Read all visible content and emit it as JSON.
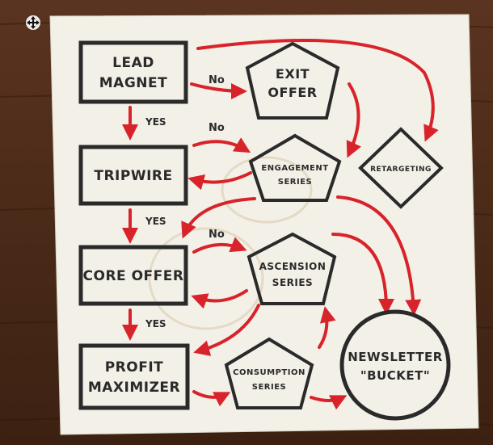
{
  "boxes": {
    "lead_magnet": [
      "LEAD",
      "MAGNET"
    ],
    "tripwire": "TRIPWIRE",
    "core_offer": "CORE OFFER",
    "profit_maximizer": [
      "PROFIT",
      "MAXIMIZER"
    ]
  },
  "pentagons": {
    "exit_offer": [
      "EXIT",
      "OFFER"
    ],
    "engagement_series": [
      "ENGAGEMENT",
      "SERIES"
    ],
    "ascension_series": [
      "ASCENSION",
      "SERIES"
    ],
    "consumption_series": [
      "CONSUMPTION",
      "SERIES"
    ]
  },
  "diamond": {
    "retargeting": "RETARGETING"
  },
  "circle": {
    "newsletter": [
      "NEWSLETTER",
      "\"BUCKET\""
    ]
  },
  "edge_labels": {
    "no_1": "No",
    "no_2": "No",
    "no_3": "No",
    "yes_1": "YES",
    "yes_2": "YES",
    "yes_3": "YES"
  },
  "colors": {
    "napkin": "#f3f0e8",
    "ink": "#2a2a2a",
    "arrow": "#d8232a",
    "wood": "#4a2a18"
  },
  "icons": {
    "move_cursor": "move-cursor-icon"
  }
}
